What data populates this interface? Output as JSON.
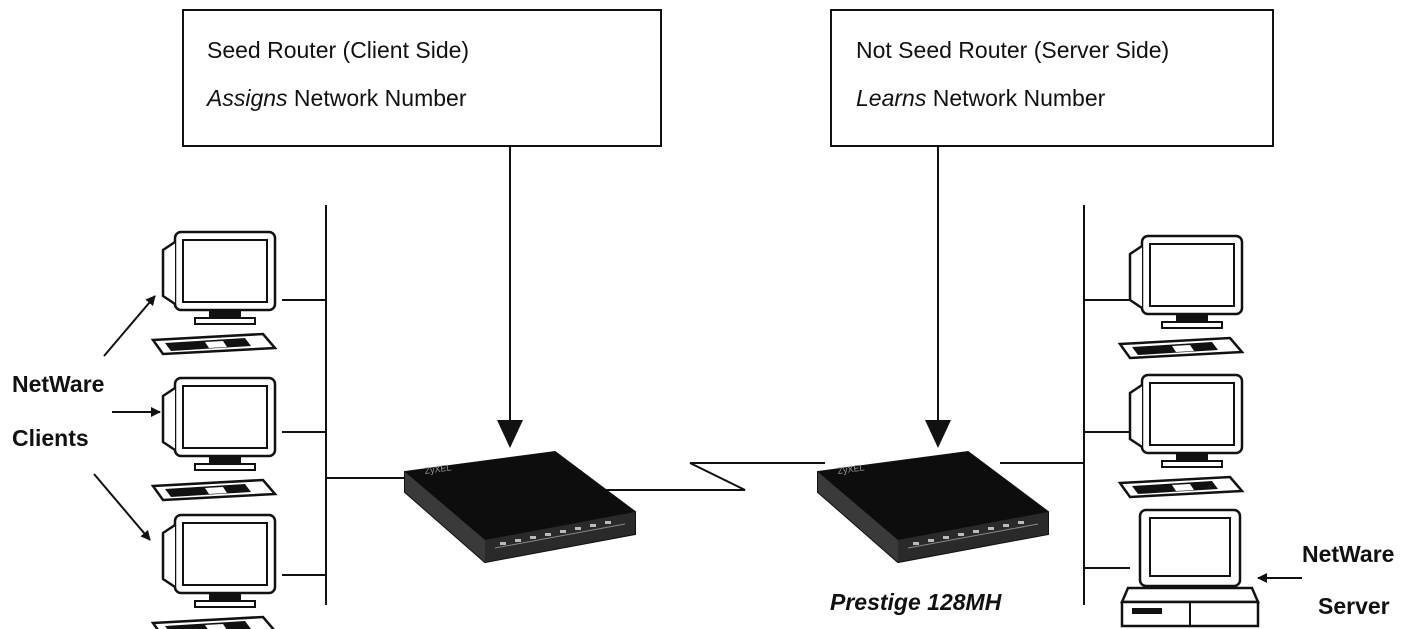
{
  "left_box": {
    "line1": "Seed Router (Client Side)",
    "line2_emphasis": "Assigns",
    "line2_rest": " Network Number"
  },
  "right_box": {
    "line1": "Not Seed Router (Server Side)",
    "line2_emphasis": "Learns",
    "line2_rest": " Network Number"
  },
  "clients_label": {
    "line1": "NetWare",
    "line2": "Clients"
  },
  "server_label": {
    "line1": "NetWare",
    "line2": "Server"
  },
  "router_model": "Prestige 128MH",
  "icons": {
    "workstation": "computer-icon",
    "server": "server-icon",
    "router": "router-icon"
  }
}
